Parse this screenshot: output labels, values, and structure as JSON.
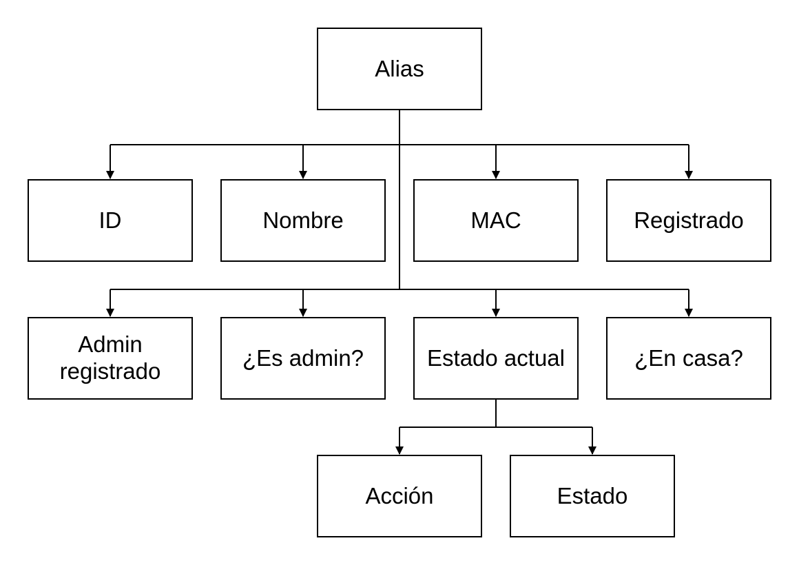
{
  "diagram": {
    "nodes": [
      {
        "id": "alias",
        "label": "Alias"
      },
      {
        "id": "id",
        "label": "ID"
      },
      {
        "id": "nombre",
        "label": "Nombre"
      },
      {
        "id": "mac",
        "label": "MAC"
      },
      {
        "id": "registrado",
        "label": "Registrado"
      },
      {
        "id": "admin-registrado",
        "label": "Admin\nregistrado"
      },
      {
        "id": "es-admin",
        "label": "¿Es admin?"
      },
      {
        "id": "estado-actual",
        "label": "Estado actual"
      },
      {
        "id": "en-casa",
        "label": "¿En casa?"
      },
      {
        "id": "accion",
        "label": "Acción"
      },
      {
        "id": "estado",
        "label": "Estado"
      }
    ],
    "edges": [
      {
        "from": "alias",
        "to": "id"
      },
      {
        "from": "alias",
        "to": "nombre"
      },
      {
        "from": "alias",
        "to": "mac"
      },
      {
        "from": "alias",
        "to": "registrado"
      },
      {
        "from": "alias",
        "to": "admin-registrado"
      },
      {
        "from": "alias",
        "to": "es-admin"
      },
      {
        "from": "alias",
        "to": "estado-actual"
      },
      {
        "from": "alias",
        "to": "en-casa"
      },
      {
        "from": "estado-actual",
        "to": "accion"
      },
      {
        "from": "estado-actual",
        "to": "estado"
      }
    ]
  }
}
